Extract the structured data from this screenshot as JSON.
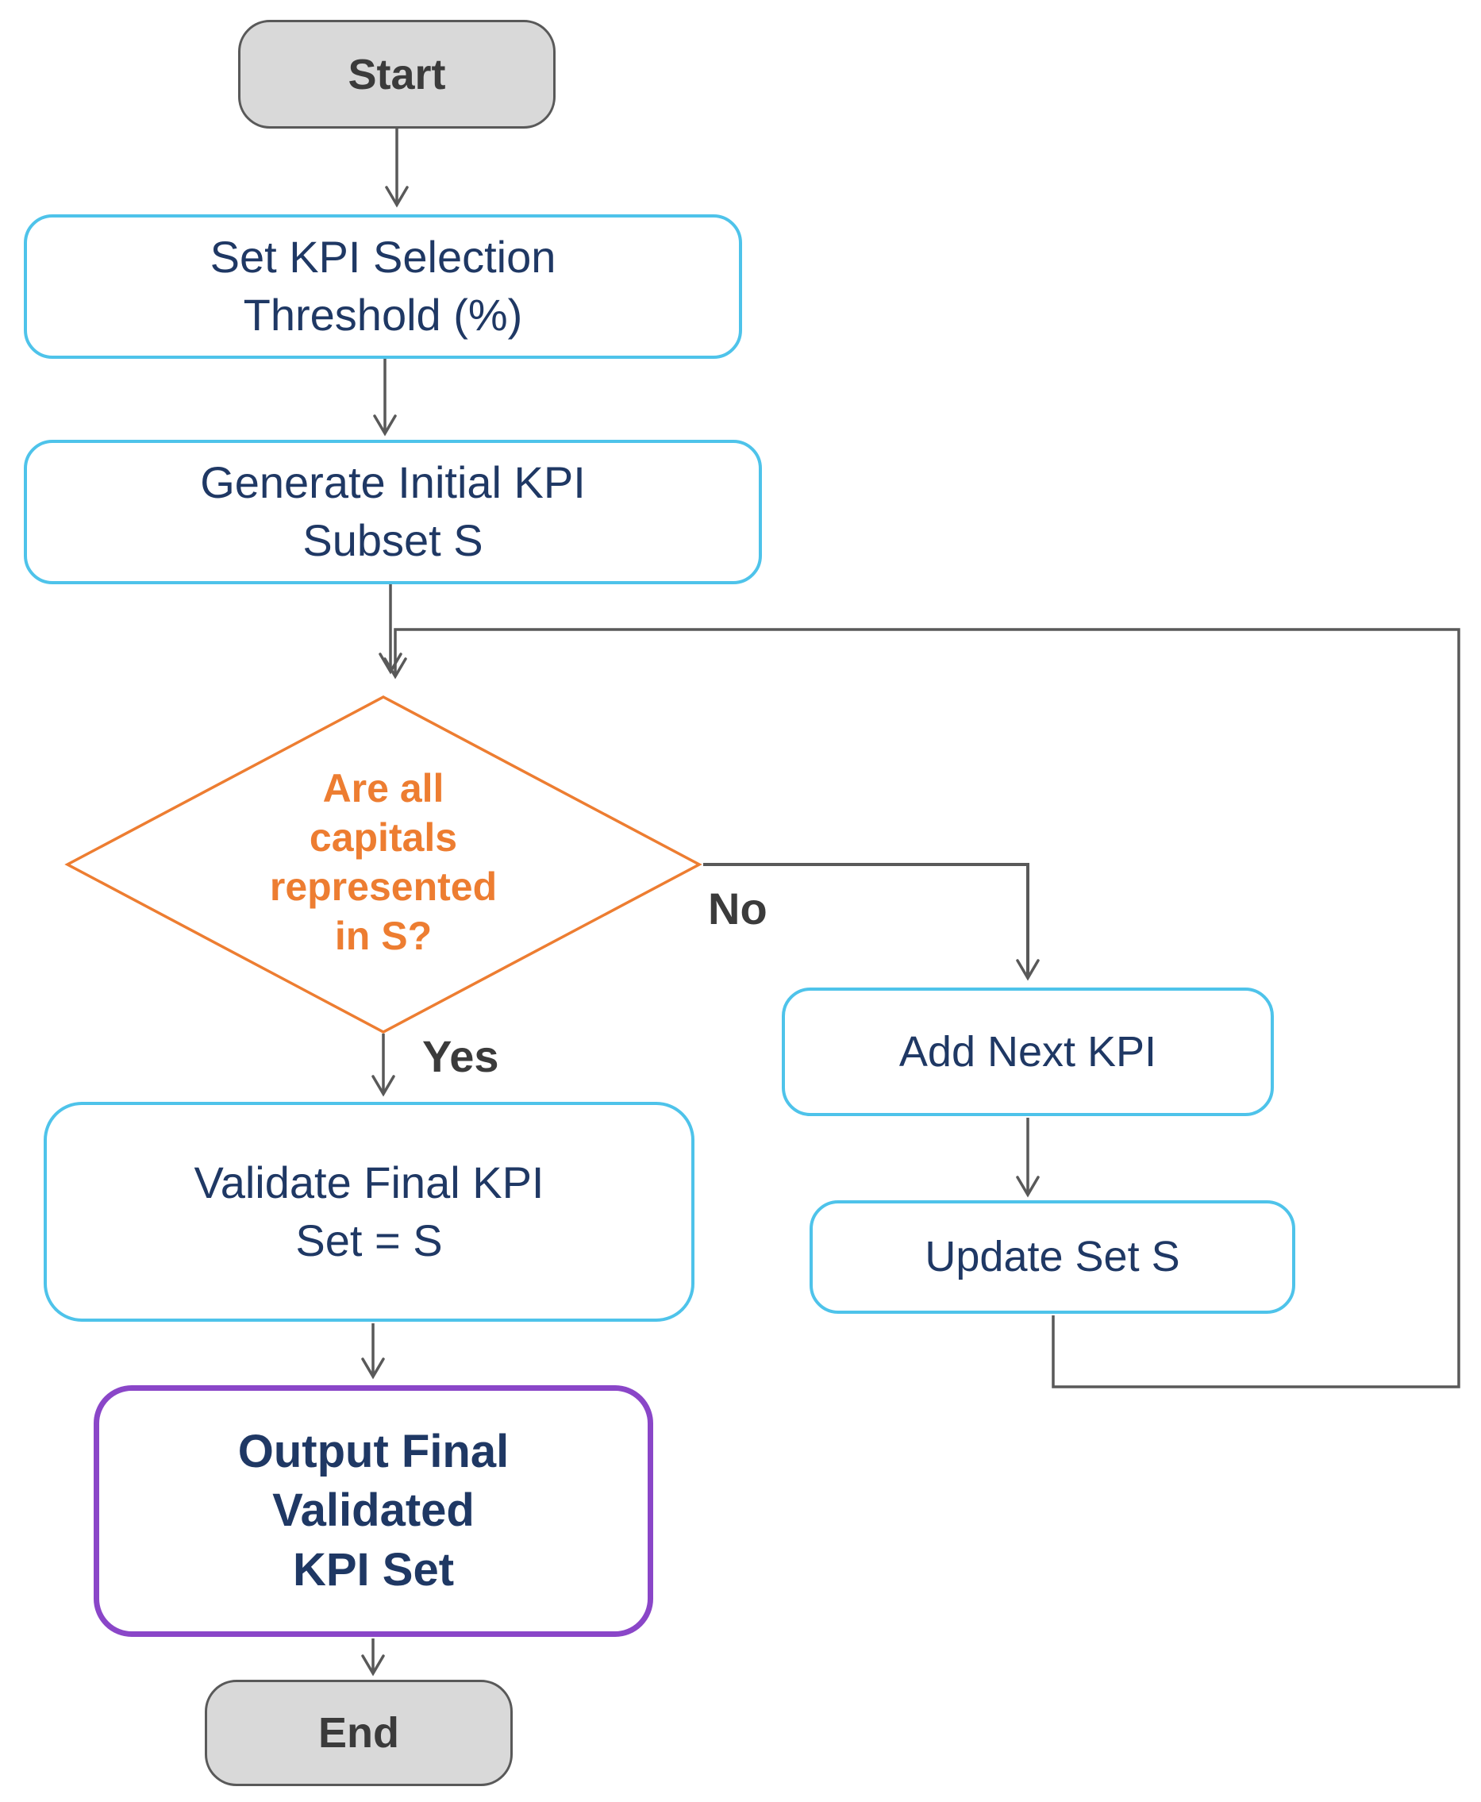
{
  "flowchart": {
    "nodes": {
      "start": {
        "label": "Start"
      },
      "set_threshold": {
        "lines": [
          "Set KPI Selection",
          "Threshold (%)"
        ]
      },
      "generate_subset": {
        "lines": [
          "Generate Initial KPI",
          "Subset S"
        ]
      },
      "decision": {
        "lines": [
          "Are all",
          "capitals",
          "represented",
          "in S?"
        ]
      },
      "add_next_kpi": {
        "label": "Add Next KPI"
      },
      "update_set": {
        "label": "Update Set S"
      },
      "validate": {
        "lines": [
          "Validate Final KPI",
          "Set = S"
        ]
      },
      "output": {
        "lines": [
          "Output Final",
          "Validated",
          "KPI Set"
        ]
      },
      "end": {
        "label": "End"
      }
    },
    "edge_labels": {
      "yes": "Yes",
      "no": "No"
    },
    "colors": {
      "process_border": "#4EC3EA",
      "process_text": "#1F3864",
      "decision_accent": "#ED7D31",
      "output_border": "#8A46C8",
      "terminal_fill": "#D9D9D9",
      "terminal_border": "#595959",
      "connector": "#595959",
      "label_text": "#3B3B3B"
    }
  }
}
